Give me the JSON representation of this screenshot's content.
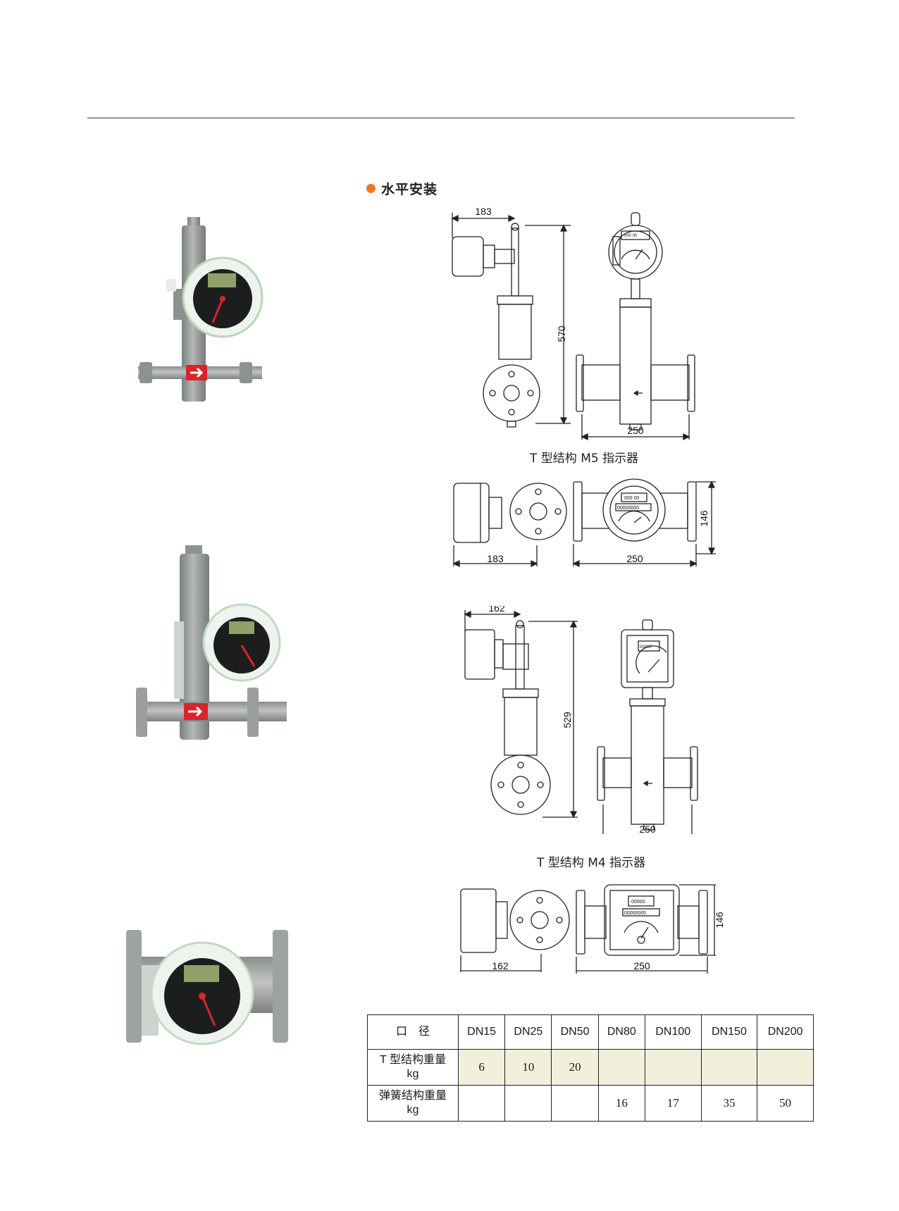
{
  "section": {
    "title": "水平安装"
  },
  "drawings": {
    "m5": {
      "caption": "T 型结构 M5 指示器",
      "elevation": {
        "width": "183",
        "height": "570",
        "length": "250"
      },
      "plan": {
        "width": "183",
        "length": "250",
        "depth": "146"
      },
      "indicator_readout": "000 00",
      "indicator_counter": "00000000"
    },
    "m4": {
      "caption": "T 型结构 M4 指示器",
      "elevation": {
        "width": "162",
        "height": "529",
        "length": "250"
      },
      "plan": {
        "width": "162",
        "length": "250",
        "depth": "146"
      },
      "indicator_readout": "00000",
      "indicator_counter": "00000000"
    }
  },
  "weight_table": {
    "header_label": "口　径",
    "sizes": [
      "DN15",
      "DN25",
      "DN50",
      "DN80",
      "DN100",
      "DN150",
      "DN200"
    ],
    "rows": [
      {
        "label_line1": "T 型结构重量",
        "label_line2": "kg",
        "values": [
          "6",
          "10",
          "20",
          "",
          "",
          "",
          ""
        ]
      },
      {
        "label_line1": "弹簧结构重量",
        "label_line2": "kg",
        "values": [
          "",
          "",
          "",
          "16",
          "17",
          "35",
          "50"
        ]
      }
    ]
  },
  "colors": {
    "accent_bullet": "#f07820",
    "table_highlight": "#f2f0da",
    "flow_arrow": "#d9242c",
    "body_gray": "#9a9d9c"
  }
}
